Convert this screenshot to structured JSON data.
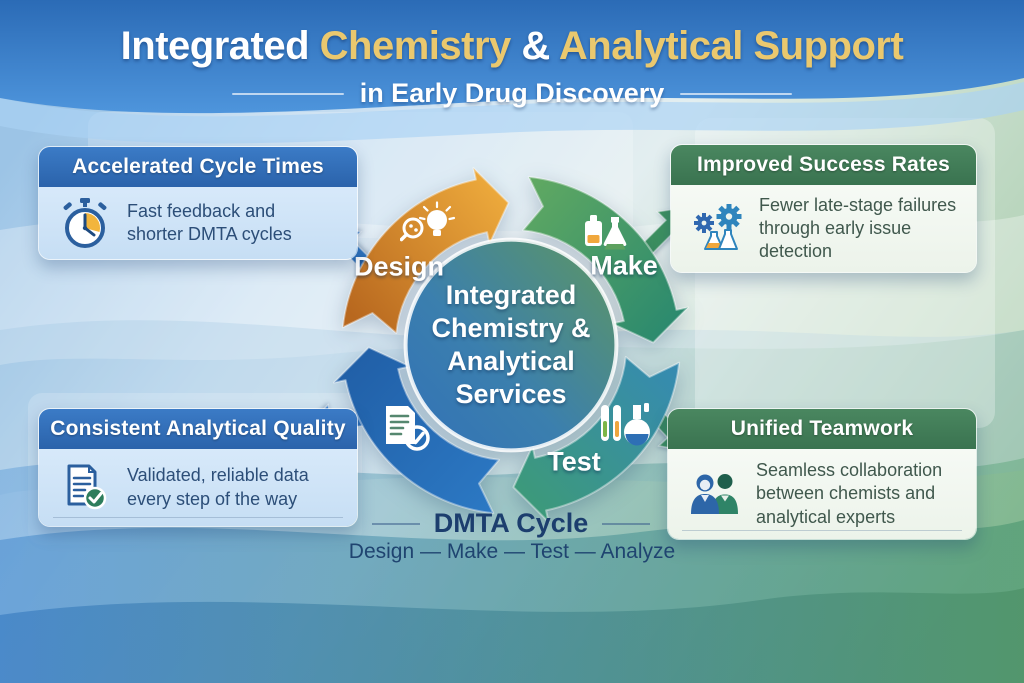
{
  "header": {
    "title_parts": [
      "Integrated ",
      "Chemistry",
      " & ",
      "Analytical Support"
    ],
    "subtitle": "in Early Drug Discovery"
  },
  "cards": {
    "accelerated": {
      "title": "Accelerated Cycle Times",
      "body": "Fast feedback and shorter DMTA cycles",
      "icon": "stopwatch-icon",
      "theme": "blue"
    },
    "success": {
      "title": "Improved Success Rates",
      "body": "Fewer late-stage failures through early issue detection",
      "icon": "gears-flasks-icon",
      "theme": "green"
    },
    "quality": {
      "title": "Consistent Analytical Quality",
      "body": "Validated, reliable data every step of the way",
      "icon": "document-check-icon",
      "theme": "blue"
    },
    "teamwork": {
      "title": "Unified Teamwork",
      "body": "Seamless collaboration between chemists and analytical experts",
      "icon": "people-icon",
      "theme": "green"
    }
  },
  "cycle": {
    "center_lines": [
      "Integrated",
      "Chemistry &",
      "Analytical",
      "Services"
    ],
    "labels": {
      "design": "Design",
      "make": "Make",
      "test": "Test"
    },
    "icons": [
      "lightbulb-magnifier-icon",
      "flasks-icon",
      "testtubes-flask-icon",
      "document-check-icon"
    ]
  },
  "footer": {
    "title": "DMTA Cycle",
    "sequence": "Design — Make — Test — Analyze"
  },
  "colors": {
    "header_blue_top": "#2b6bb6",
    "header_blue_bottom": "#4e95dc",
    "title_gold": "#eac86e",
    "card_blue_header": "#2f6ab3",
    "card_blue_body": "#cfe4f7",
    "card_green_header": "#3f7b55",
    "card_green_body": "#f2f7f1",
    "segment_design_orange": "#d98a2b",
    "segment_make_green": "#3f9160",
    "segment_test_teal": "#388fa0",
    "segment_analyze_blue": "#2a6fbd",
    "navy_text": "#1c3e6e"
  }
}
